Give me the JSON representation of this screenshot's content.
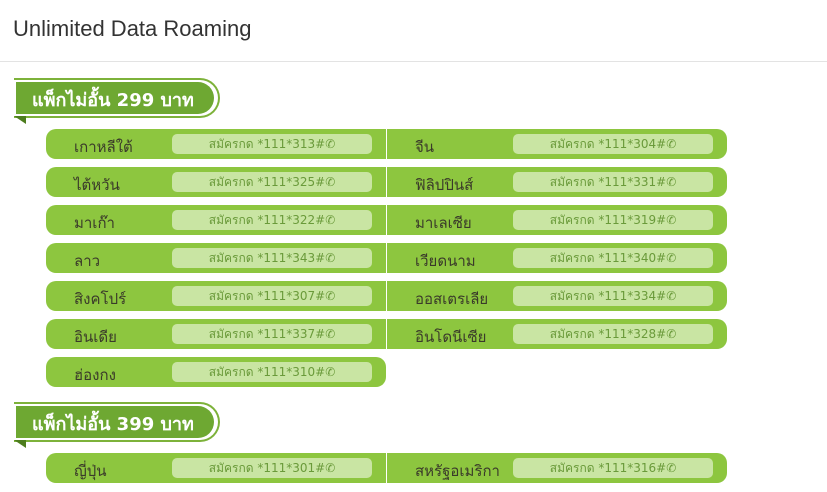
{
  "header": {
    "title": "Unlimited Data Roaming"
  },
  "packages": [
    {
      "label": "แพ็กไม่อั้น 299 บาท",
      "countries": [
        {
          "name": "เกาหลีใต้",
          "code": "สมัครกด *111*313#✆"
        },
        {
          "name": "จีน",
          "code": "สมัครกด *111*304#✆"
        },
        {
          "name": "ไต้หวัน",
          "code": "สมัครกด *111*325#✆"
        },
        {
          "name": "ฟิลิปปินส์",
          "code": "สมัครกด *111*331#✆"
        },
        {
          "name": "มาเก๊า",
          "code": "สมัครกด *111*322#✆"
        },
        {
          "name": "มาเลเซีย",
          "code": "สมัครกด *111*319#✆"
        },
        {
          "name": "ลาว",
          "code": "สมัครกด *111*343#✆"
        },
        {
          "name": "เวียดนาม",
          "code": "สมัครกด *111*340#✆"
        },
        {
          "name": "สิงคโปร์",
          "code": "สมัครกด *111*307#✆"
        },
        {
          "name": "ออสเตรเลีย",
          "code": "สมัครกด *111*334#✆"
        },
        {
          "name": "อินเดีย",
          "code": "สมัครกด *111*337#✆"
        },
        {
          "name": "อินโดนีเซีย",
          "code": "สมัครกด *111*328#✆"
        },
        {
          "name": "ฮ่องกง",
          "code": "สมัครกด *111*310#✆"
        }
      ]
    },
    {
      "label": "แพ็กไม่อั้น 399 บาท",
      "countries": [
        {
          "name": "ญี่ปุ่น",
          "code": "สมัครกด *111*301#✆"
        },
        {
          "name": "สหรัฐอเมริกา",
          "code": "สมัครกด *111*316#✆"
        }
      ]
    }
  ]
}
